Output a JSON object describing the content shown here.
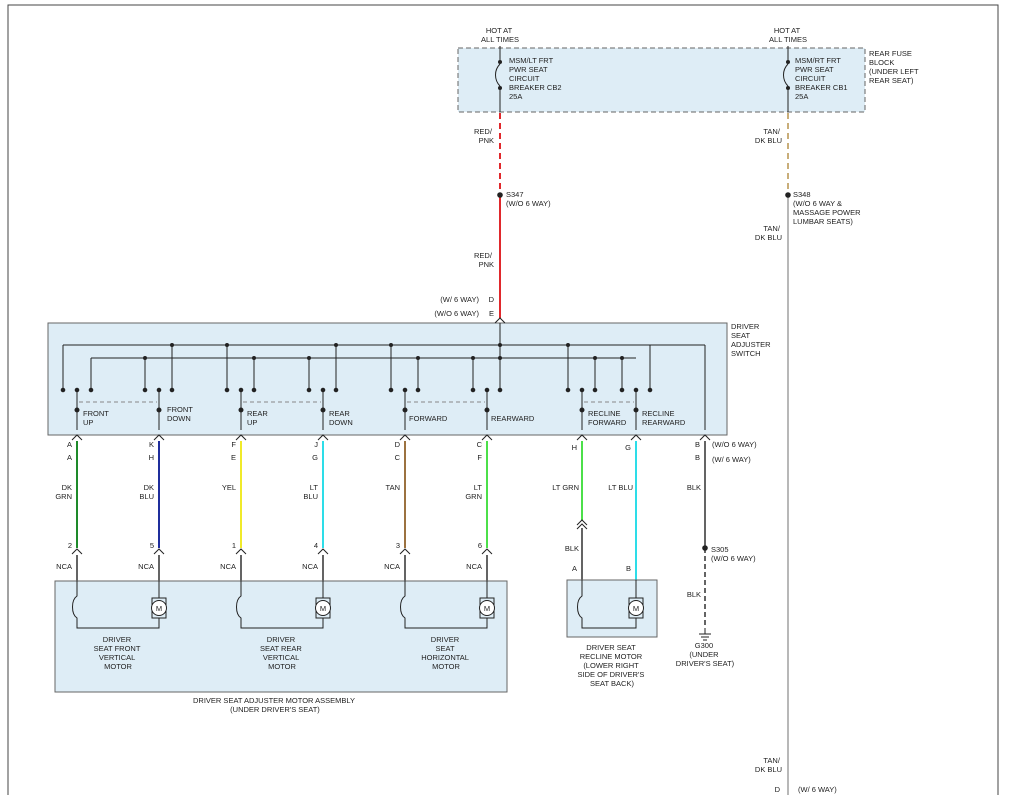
{
  "fuse_block": {
    "left_feed": [
      "HOT AT",
      "ALL TIMES"
    ],
    "right_feed": [
      "HOT AT",
      "ALL TIMES"
    ],
    "left_breaker": [
      "MSM/LT FRT",
      "PWR SEAT",
      "CIRCUIT",
      "BREAKER CB2",
      "25A"
    ],
    "right_breaker": [
      "MSM/RT FRT",
      "PWR SEAT",
      "CIRCUIT",
      "BREAKER CB1",
      "25A"
    ],
    "label": [
      "REAR FUSE",
      "BLOCK",
      "(UNDER LEFT",
      "REAR SEAT)"
    ]
  },
  "wires": {
    "red_pnk_1": [
      "RED/",
      "PNK"
    ],
    "red_pnk_2": [
      "RED/",
      "PNK"
    ],
    "tan_dkblu_1": [
      "TAN/",
      "DK BLU"
    ],
    "tan_dkblu_2": [
      "TAN/",
      "DK BLU"
    ],
    "tan_dkblu_3": [
      "TAN/",
      "DK BLU"
    ],
    "dk_grn": [
      "DK",
      "GRN"
    ],
    "dk_blu": [
      "DK",
      "BLU"
    ],
    "yel": [
      "YEL"
    ],
    "lt_blu": [
      "LT",
      "BLU"
    ],
    "tan": [
      "TAN"
    ],
    "lt_grn": [
      "LT",
      "GRN"
    ],
    "lt_grn_recline": [
      "LT GRN"
    ],
    "lt_blu_recline": [
      "LT BLU"
    ],
    "blk_1": [
      "BLK"
    ],
    "blk_2": [
      "BLK"
    ],
    "blk_3": [
      "BLK"
    ]
  },
  "splices": {
    "s347": [
      "S347",
      "(W/O 6 WAY)"
    ],
    "s348": [
      "S348",
      "(W/O 6 WAY &",
      "MASSAGE POWER",
      "LUMBAR SEATS)"
    ],
    "s305": [
      "S305",
      "(W/O 6 WAY)"
    ]
  },
  "ground": [
    "G300",
    "(UNDER",
    "DRIVER'S SEAT)"
  ],
  "switch": {
    "label": [
      "DRIVER",
      "SEAT",
      "ADJUSTER",
      "SWITCH"
    ],
    "input_w6": "(W/ 6 WAY)",
    "input_w6_pin": "D",
    "input_wo6": "(W/O 6 WAY)",
    "input_wo6_pin": "E",
    "positions": [
      [
        "FRONT",
        "UP"
      ],
      [
        "FRONT",
        "DOWN"
      ],
      [
        "REAR",
        "UP"
      ],
      [
        "REAR",
        "DOWN"
      ],
      [
        "FORWARD"
      ],
      [
        "REARWARD"
      ],
      [
        "RECLINE",
        "FORWARD"
      ],
      [
        "RECLINE",
        "REARWARD"
      ]
    ]
  },
  "pins": {
    "top": [
      "A",
      "K",
      "F",
      "J",
      "D",
      "C",
      "H",
      "G",
      "B"
    ],
    "bottom": [
      "A",
      "H",
      "E",
      "G",
      "C",
      "F",
      "B"
    ],
    "b_wo6": "(W/O 6 WAY)",
    "b_w6": "(W/ 6 WAY)",
    "motor_pins": [
      "2",
      "5",
      "1",
      "4",
      "3",
      "6"
    ],
    "recline_pins": [
      "A",
      "B"
    ]
  },
  "nca": [
    "NCA",
    "NCA",
    "NCA",
    "NCA",
    "NCA",
    "NCA"
  ],
  "motor_assembly": {
    "motors": [
      [
        "DRIVER",
        "SEAT FRONT",
        "VERTICAL",
        "MOTOR"
      ],
      [
        "DRIVER",
        "SEAT REAR",
        "VERTICAL",
        "MOTOR"
      ],
      [
        "DRIVER",
        "SEAT",
        "HORIZONTAL",
        "MOTOR"
      ]
    ],
    "caption": [
      "DRIVER SEAT ADJUSTER MOTOR ASSEMBLY",
      "(UNDER DRIVER'S SEAT)"
    ]
  },
  "recline_motor": {
    "label": [
      "DRIVER SEAT",
      "RECLINE MOTOR",
      "(LOWER RIGHT",
      "SIDE OF DRIVER'S",
      "SEAT BACK)"
    ]
  },
  "bottom_conn": {
    "pin": "D",
    "note": "(W/ 6 WAY)"
  },
  "motor_symbol": "M",
  "colors": {
    "box_fill": "#deedf6",
    "red_pnk": "#e0282c",
    "tan_dkblu": "#c9ae7a",
    "dk_grn": "#1e8a2a",
    "dk_blu": "#1f2e9c",
    "yel": "#f0ea2a",
    "lt_blu": "#2ddde8",
    "tan": "#9c7240",
    "lt_grn": "#4ce04a",
    "blk": "#222222"
  }
}
